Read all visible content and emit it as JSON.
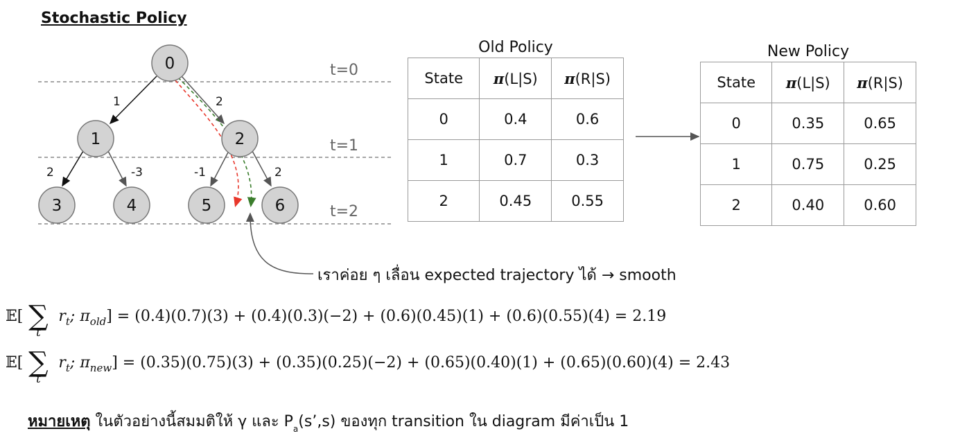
{
  "title": "Stochastic Policy",
  "tree": {
    "nodes": [
      {
        "id": "n0",
        "label": "0"
      },
      {
        "id": "n1",
        "label": "1"
      },
      {
        "id": "n2",
        "label": "2"
      },
      {
        "id": "n3",
        "label": "3"
      },
      {
        "id": "n4",
        "label": "4"
      },
      {
        "id": "n5",
        "label": "5"
      },
      {
        "id": "n6",
        "label": "6"
      }
    ],
    "edge_labels": {
      "e01": "1",
      "e02": "2",
      "e13": "2",
      "e14": "-3",
      "e25": "-1",
      "e26": "2"
    },
    "time_labels": [
      "t=0",
      "t=1",
      "t=2"
    ],
    "colors": {
      "node_fill": "#d3d3d3",
      "old_path": "#e8372b",
      "new_path": "#3a7d2c",
      "line": "#555555"
    }
  },
  "old_policy": {
    "caption": "Old Policy",
    "headers": [
      "State",
      "(L|S)",
      "(R|S)"
    ],
    "pi_symbol": "π",
    "rows": [
      [
        "0",
        "0.4",
        "0.6"
      ],
      [
        "1",
        "0.7",
        "0.3"
      ],
      [
        "2",
        "0.45",
        "0.55"
      ]
    ]
  },
  "new_policy": {
    "caption": "New Policy",
    "headers": [
      "State",
      "(L|S)",
      "(R|S)"
    ],
    "pi_symbol": "π",
    "rows": [
      [
        "0",
        "0.35",
        "0.65"
      ],
      [
        "1",
        "0.75",
        "0.25"
      ],
      [
        "2",
        "0.40",
        "0.60"
      ]
    ]
  },
  "annotation": "เราค่อย ๆ เลื่อน expected trajectory ได้  → smooth",
  "equations": {
    "old": {
      "lhs_prefix": "𝔼[",
      "sum_symbol": "∑",
      "sum_index": "t",
      "r": "r",
      "r_sub": "t",
      "sep": "; π",
      "policy_sub": "old",
      "rhs": "] = (0.4)(0.7)(3) + (0.4)(0.3)(−2) + (0.6)(0.45)(1) + (0.6)(0.55)(4) = 2.19"
    },
    "new": {
      "lhs_prefix": "𝔼[",
      "sum_symbol": "∑",
      "sum_index": "t",
      "r": "r",
      "r_sub": "t",
      "sep": "; π",
      "policy_sub": "new",
      "rhs": "] = (0.35)(0.75)(3) + (0.35)(0.25)(−2) + (0.65)(0.40)(1) + (0.65)(0.60)(4) = 2.43"
    }
  },
  "footnote": {
    "label": "หมายเหตุ",
    "text_before": " ในตัวอย่างนี้สมมติให้ γ และ P",
    "sub": "a",
    "text_after": "(s’,s) ของทุก transition ใน diagram มีค่าเป็น 1"
  }
}
